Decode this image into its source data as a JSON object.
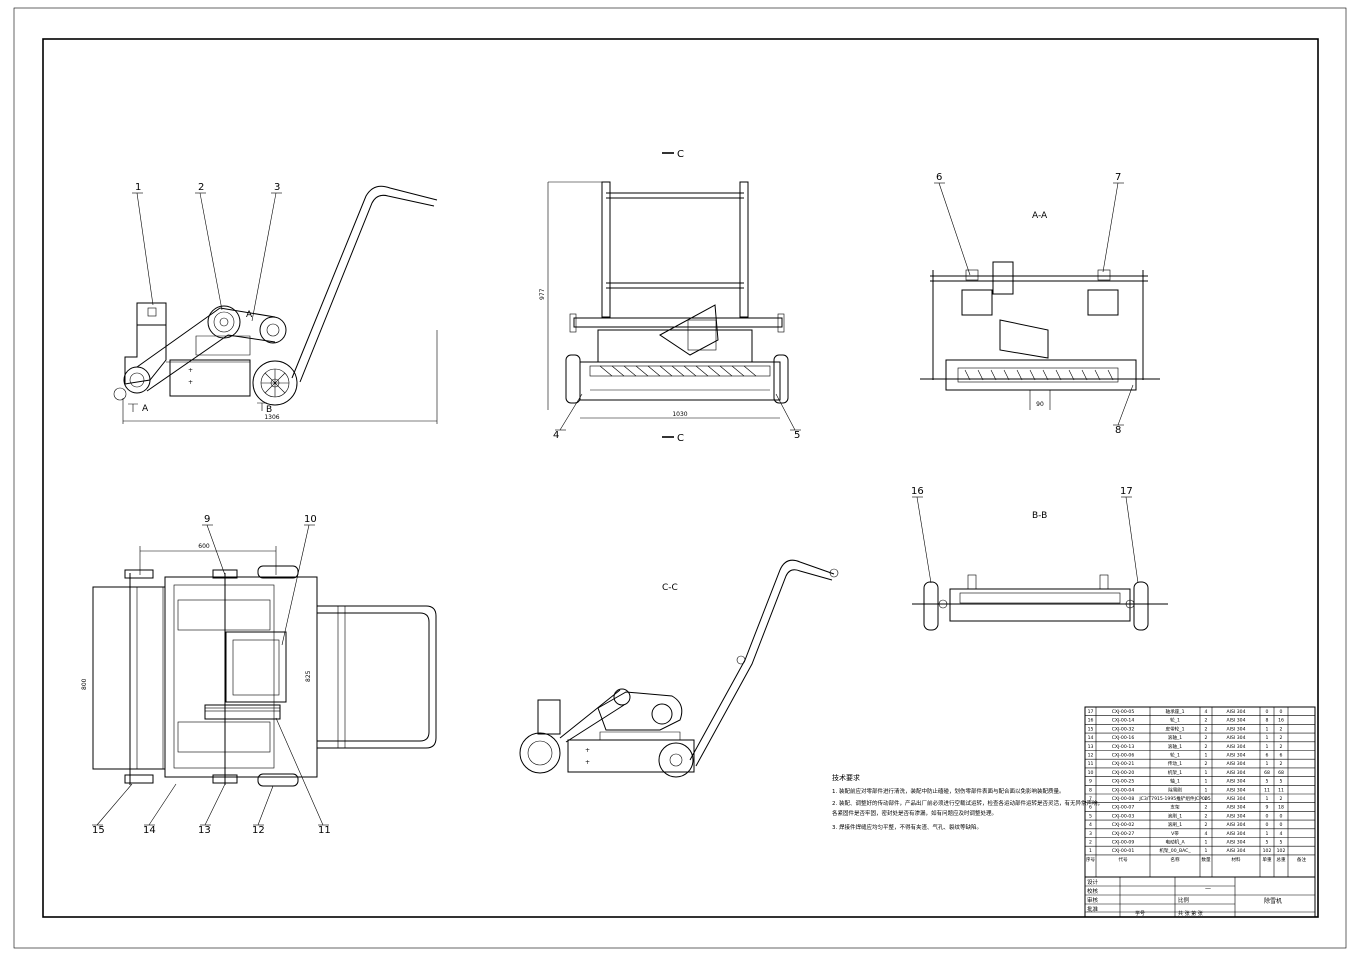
{
  "views": {
    "section_c_label": "C",
    "section_cc_title": "C-C",
    "section_aa_title": "A-A",
    "section_bb_title": "B-B",
    "side_arrow_a": "A",
    "side_arrow_b": "B",
    "side_arrow_a2": "A",
    "dim_side_width": "1306",
    "dim_front_width": "1030",
    "dim_front_height": "977",
    "dim_top_width": "600",
    "dim_top_height_left": "800",
    "dim_top_height_right": "825",
    "dim_aa_small": "90"
  },
  "callouts": [
    "1",
    "2",
    "3",
    "4",
    "5",
    "6",
    "7",
    "8",
    "9",
    "10",
    "11",
    "12",
    "13",
    "14",
    "15",
    "16",
    "17"
  ],
  "bom": {
    "rows": [
      {
        "no": "17",
        "code": "CXJ-00-05",
        "name": "轴承座_1",
        "qty": "4",
        "mat": "AISI 304",
        "w1": "0",
        "w2": "0"
      },
      {
        "no": "16",
        "code": "CXJ-00-14",
        "name": "轮_1",
        "qty": "2",
        "mat": "AISI 304",
        "w1": "8",
        "w2": "16"
      },
      {
        "no": "15",
        "code": "CXJ-00-32",
        "name": "皮带轮_1",
        "qty": "2",
        "mat": "AISI 304",
        "w1": "1",
        "w2": "2"
      },
      {
        "no": "14",
        "code": "CXJ-00-16",
        "name": "滚轴_1",
        "qty": "2",
        "mat": "AISI 304",
        "w1": "1",
        "w2": "2"
      },
      {
        "no": "13",
        "code": "CXJ-00-13",
        "name": "滚轴_1",
        "qty": "2",
        "mat": "AISI 304",
        "w1": "1",
        "w2": "2"
      },
      {
        "no": "12",
        "code": "CXJ-00-06",
        "name": "轮_1",
        "qty": "1",
        "mat": "AISI 304",
        "w1": "6",
        "w2": "6"
      },
      {
        "no": "11",
        "code": "CXJ-00-21",
        "name": "传动_1",
        "qty": "2",
        "mat": "AISI 304",
        "w1": "1",
        "w2": "2"
      },
      {
        "no": "10",
        "code": "CXJ-00-20",
        "name": "机架_1",
        "qty": "1",
        "mat": "AISI 304",
        "w1": "68",
        "w2": "68"
      },
      {
        "no": "9",
        "code": "CXJ-00-25",
        "name": "轴_1",
        "qty": "1",
        "mat": "AISI 304",
        "w1": "5",
        "w2": "5"
      },
      {
        "no": "8",
        "code": "CXJ-00-04",
        "name": "除雪刷",
        "qty": "1",
        "mat": "AISI 304",
        "w1": "11",
        "w2": "11"
      },
      {
        "no": "7",
        "code": "CXJ-00-08",
        "name": "JC3/T7915-1995推铲组件JCP005",
        "qty": "2",
        "mat": "AISI 304",
        "w1": "1",
        "w2": "2"
      },
      {
        "no": "6",
        "code": "CXJ-00-07",
        "name": "支架",
        "qty": "2",
        "mat": "AISI 304",
        "w1": "9",
        "w2": "18"
      },
      {
        "no": "5",
        "code": "CXJ-00-03",
        "name": "滚刷_1",
        "qty": "2",
        "mat": "AISI 304",
        "w1": "0",
        "w2": "0"
      },
      {
        "no": "4",
        "code": "CXJ-00-02",
        "name": "滚刷_1",
        "qty": "2",
        "mat": "AISI 304",
        "w1": "0",
        "w2": "0"
      },
      {
        "no": "3",
        "code": "CXJ-00-27",
        "name": "V带",
        "qty": "4",
        "mat": "AISI 304",
        "w1": "1",
        "w2": "4"
      },
      {
        "no": "2",
        "code": "CXJ-00-09",
        "name": "电动机_A",
        "qty": "1",
        "mat": "AISI 304",
        "w1": "5",
        "w2": "5"
      },
      {
        "no": "1",
        "code": "CXJ-00-01",
        "name": "机架_00_BAC_",
        "qty": "1",
        "mat": "AISI 304",
        "w1": "102",
        "w2": "102"
      }
    ],
    "header": {
      "no": "序号",
      "code": "代号",
      "name": "名称",
      "qty": "数量",
      "mat": "材料",
      "w1": "单重",
      "w2": "总重",
      "note": "备注"
    }
  },
  "title_block": {
    "design": "设计",
    "check": "校核",
    "review": "审核",
    "approve": "批准",
    "scale": "比例",
    "dash": "—",
    "drawing_name": "除雪机",
    "school": "学号",
    "sheets": "共  张  第  张"
  },
  "notes": {
    "title": "技术要求",
    "line1": "1. 装配前应对零部件进行清洗，装配中防止磕碰，划伤零部件表面与配合面以免影响装配质量。",
    "line2": "2. 装配、调整好的传动部件，产品出厂前必须进行空载试运转，检查各运动部件运转是否灵活，有无异常声响，",
    "line2b": "   各紧固件是否牢固，密封处是否有渗漏，如有问题应及时调整处理。",
    "line3": "3. 焊接件焊缝应均匀平整，不得有夹渣、气孔、裂纹等缺陷。"
  },
  "colors": {
    "line": "#000000",
    "background": "#ffffff"
  }
}
